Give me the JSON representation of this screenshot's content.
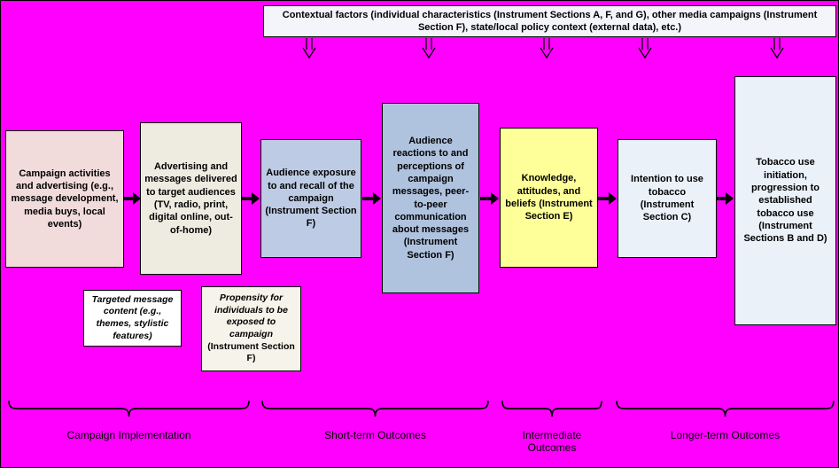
{
  "diagram": {
    "contextual_box": {
      "text": "Contextual factors (individual characteristics (Instrument Sections A, F, and G), other media campaigns (Instrument Section F), state/local policy context (external data), etc.)"
    },
    "flow_boxes": [
      {
        "id": "campaign-activities",
        "label": "Campaign activities and advertising (e.g., message development, media buys, local events)",
        "color": "#F2DCDB"
      },
      {
        "id": "advertising-delivered",
        "label": "Advertising and messages delivered to target audiences (TV, radio, print, digital online, out-of-home)",
        "color": "#EEECE1"
      },
      {
        "id": "audience-exposure",
        "label": "Audience exposure to and recall of the campaign (Instrument Section F)",
        "color": "#BDCCE4"
      },
      {
        "id": "audience-reactions",
        "label": "Audience reactions to and perceptions of campaign messages, peer-to-peer communication about messages (Instrument Section F)",
        "color": "#AFC2DE"
      },
      {
        "id": "knowledge-attitudes",
        "label": "Knowledge, attitudes, and beliefs (Instrument Section E)",
        "color": "#FFFF99"
      },
      {
        "id": "intention-to-use",
        "label": "Intention to use tobacco (Instrument Section C)",
        "color": "#EAF1F9"
      },
      {
        "id": "tobacco-use",
        "label": "Tobacco use initiation, progression to established tobacco use (Instrument Sections B and D)",
        "color": "#EAF1F9"
      }
    ],
    "sub_boxes": [
      {
        "id": "targeted-message-content",
        "label": "Targeted message content (e.g., themes, stylistic features)"
      },
      {
        "id": "propensity-exposure",
        "label_italic": "Propensity for individuals to be exposed to campaign",
        "label_plain": "(Instrument Section F)"
      }
    ],
    "groups": [
      {
        "label": "Campaign Implementation"
      },
      {
        "label": "Short-term Outcomes"
      },
      {
        "label": "Intermediate Outcomes"
      },
      {
        "label": "Longer-term Outcomes"
      }
    ],
    "colors": {
      "background": "#FF00FF",
      "border": "#000000",
      "contextual_box_bg": "#F4F4FB",
      "sub_box_1_bg": "#FFFFFF",
      "sub_box_2_bg": "#F5F3EA"
    }
  }
}
